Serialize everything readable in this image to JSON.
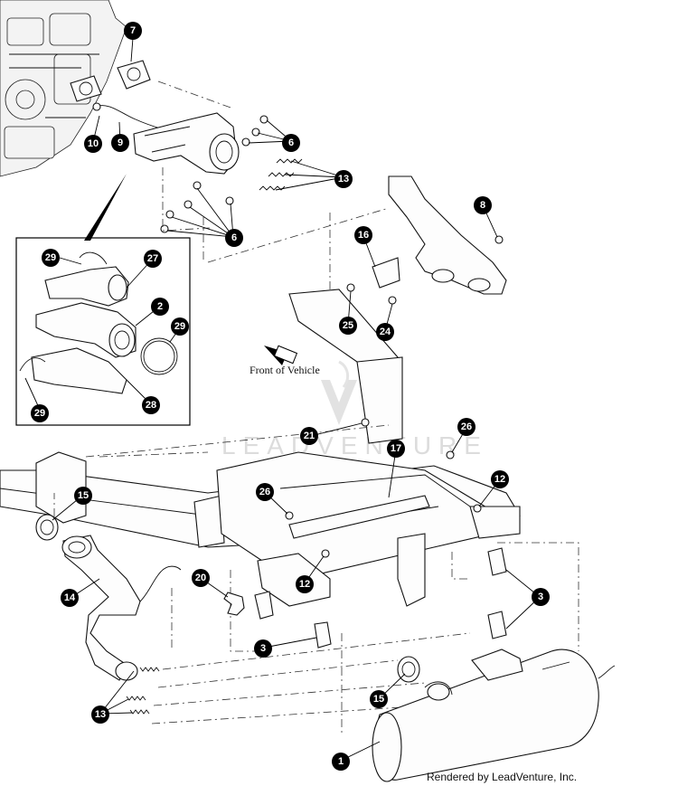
{
  "front_label": "Front of Vehicle",
  "watermark_text": "LEADVENTURE",
  "credit_text": "Rendered by LeadVenture, Inc.",
  "callouts": [
    {
      "id": "7"
    },
    {
      "id": "10"
    },
    {
      "id": "9"
    },
    {
      "id": "6"
    },
    {
      "id": "13"
    },
    {
      "id": "6"
    },
    {
      "id": "8"
    },
    {
      "id": "16"
    },
    {
      "id": "29"
    },
    {
      "id": "27"
    },
    {
      "id": "2"
    },
    {
      "id": "29"
    },
    {
      "id": "28"
    },
    {
      "id": "29"
    },
    {
      "id": "25"
    },
    {
      "id": "24"
    },
    {
      "id": "21"
    },
    {
      "id": "26"
    },
    {
      "id": "17"
    },
    {
      "id": "12"
    },
    {
      "id": "15"
    },
    {
      "id": "26"
    },
    {
      "id": "14"
    },
    {
      "id": "20"
    },
    {
      "id": "12"
    },
    {
      "id": "3"
    },
    {
      "id": "3"
    },
    {
      "id": "15"
    },
    {
      "id": "13"
    },
    {
      "id": "1"
    }
  ]
}
